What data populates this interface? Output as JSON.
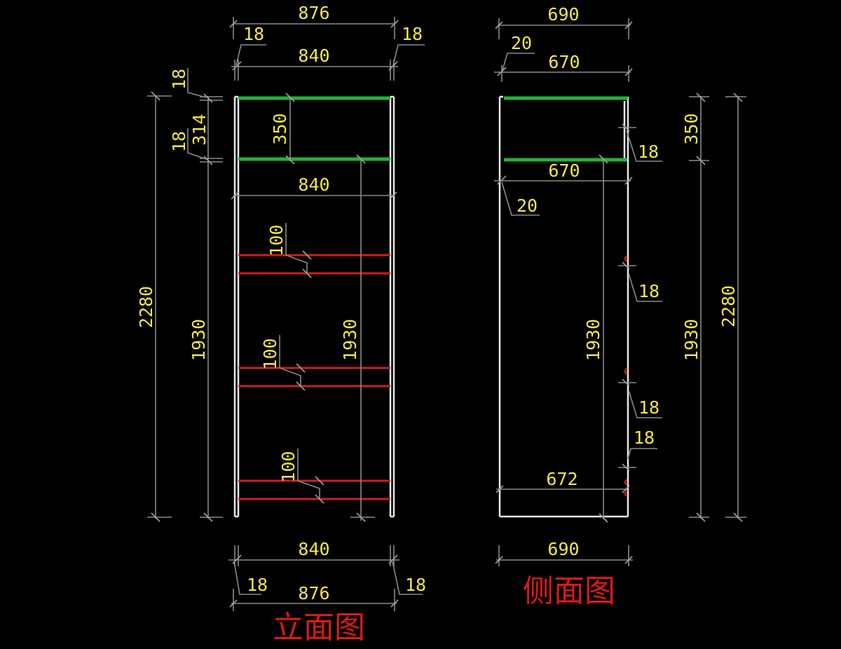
{
  "drawing": {
    "front_view": {
      "title": "立面图",
      "top_overall_width": "876",
      "top_left_panel": "18",
      "top_right_panel": "18",
      "top_inner_width": "840",
      "top_shelf_thickness": "18",
      "top_compartment_height": "314",
      "second_shelf_thickness": "18",
      "top_section_height": "350",
      "middle_inner_width": "840",
      "overall_height": "2280",
      "lower_height_left": "1930",
      "lower_height_inner": "1930",
      "rail_spacings": [
        "100",
        "100",
        "100"
      ],
      "bottom_inner_width": "840",
      "bottom_left_panel": "18",
      "bottom_right_panel": "18",
      "bottom_overall_width": "876"
    },
    "side_view": {
      "title": "侧面图",
      "top_overall_depth": "690",
      "top_offset": "20",
      "top_inner_depth": "670",
      "back_panel_thickness": "18",
      "shelf_depth": "670",
      "shelf_offset": "20",
      "lower_height_inner": "1930",
      "rail_thickness_labels": [
        "18",
        "18",
        "18"
      ],
      "bottom_rail_depth": "672",
      "right_upper_height": "350",
      "right_lower_height": "1930",
      "right_overall_height": "2280",
      "bottom_overall_depth": "690"
    },
    "colors": {
      "background": "#000000",
      "dimension_text": "#f2e84a",
      "dimension_lines": "#8a8a8a",
      "panels": "#e8e8e8",
      "fixed_shelves": "#22b33a",
      "hanging_rails": "#cc1f1f",
      "titles": "#d91a1a"
    }
  }
}
